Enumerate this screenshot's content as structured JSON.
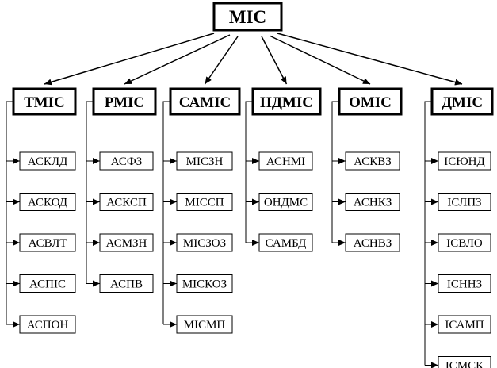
{
  "root": {
    "label": "МІС"
  },
  "groups": [
    {
      "id": "tmis",
      "label": "ТМІС",
      "children": [
        "АСКЛД",
        "АСКОД",
        "АСВЛТ",
        "АСПІС",
        "АСПОН"
      ]
    },
    {
      "id": "rmis",
      "label": "РМІС",
      "children": [
        "АСФЗ",
        "АСКСП",
        "АСМЗН",
        "АСПВ"
      ]
    },
    {
      "id": "samis",
      "label": "САМІС",
      "children": [
        "МІСЗН",
        "МІССП",
        "МІСЗОЗ",
        "МІСКОЗ",
        "МІСМП"
      ]
    },
    {
      "id": "ndmis",
      "label": "НДМІС",
      "children": [
        "АСНМІ",
        "ОНДМС",
        "САМБД"
      ]
    },
    {
      "id": "omis",
      "label": "ОМІС",
      "children": [
        "АСКВЗ",
        "АСНКЗ",
        "АСНВЗ"
      ]
    },
    {
      "id": "dmis",
      "label": "ДМІС",
      "children": [
        "ІСЮНД",
        "ІСЛПЗ",
        "ІСВЛО",
        "ІСННЗ",
        "ІСАМП",
        "ІСМСК"
      ]
    }
  ],
  "colors": {
    "stroke": "#000000",
    "fill": "#ffffff",
    "text": "#000000"
  }
}
